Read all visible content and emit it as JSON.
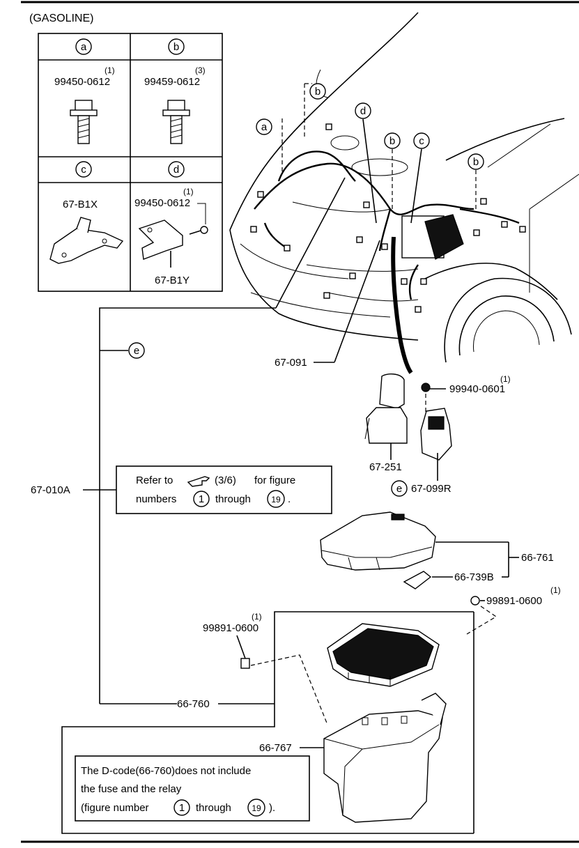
{
  "header": {
    "title": "(GASOLINE)"
  },
  "legend": {
    "cells": [
      {
        "letter": "a",
        "part_number": "99450-0612",
        "qty": "(1)"
      },
      {
        "letter": "b",
        "part_number": "99459-0612",
        "qty": "(3)"
      },
      {
        "letter": "c",
        "part_number": "67-B1X"
      },
      {
        "letter": "d",
        "part_number": "99450-0612",
        "qty": "(1)",
        "sub_part": "67-B1Y"
      }
    ]
  },
  "callouts": {
    "engine": [
      "b",
      "a",
      "d",
      "b",
      "c",
      "b"
    ],
    "e_left": "e",
    "e_fuse": "e"
  },
  "parts": {
    "p67_091": "67-091",
    "p99940_0601": "99940-0601",
    "p99940_qty": "(1)",
    "p67_251": "67-251",
    "p67_099r": "67-099R",
    "p67_010a": "67-010A",
    "p66_761": "66-761",
    "p66_739b": "66-739B",
    "p99891_right": "99891-0600",
    "p99891_right_qty": "(1)",
    "p99891_left": "99891-0600",
    "p99891_left_qty": "(1)",
    "p66_760": "66-760",
    "p66_767": "66-767"
  },
  "notes": {
    "refer": {
      "line1_a": "Refer to",
      "line1_b": "(3/6)",
      "line1_c": "for figure",
      "line2_a": "numbers",
      "num_from": "1",
      "line2_b": "through",
      "num_to": "19",
      "line2_c": "."
    },
    "dcode": {
      "line1": "The D-code(66-760)does not include",
      "line2": "the fuse and the relay",
      "line3_a": "(figure number",
      "num_from": "1",
      "line3_b": "through",
      "num_to": "19",
      "line3_c": ")."
    }
  }
}
